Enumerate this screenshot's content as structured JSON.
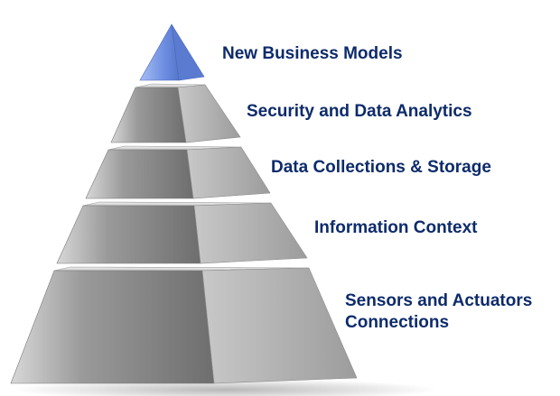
{
  "diagram": {
    "type": "pyramid",
    "colors": {
      "tip": "#7a9ae8",
      "tier_front": "#8a8a8a",
      "tier_side": "#b4b4b4",
      "label_text": "#0d2b6b"
    },
    "tiers": [
      {
        "label_lines": [
          "New Business Models"
        ]
      },
      {
        "label_lines": [
          "Security and Data Analytics"
        ]
      },
      {
        "label_lines": [
          "Data Collections & Storage"
        ]
      },
      {
        "label_lines": [
          "Information Context"
        ]
      },
      {
        "label_lines": [
          "Sensors and Actuators",
          "Connections"
        ]
      }
    ]
  }
}
